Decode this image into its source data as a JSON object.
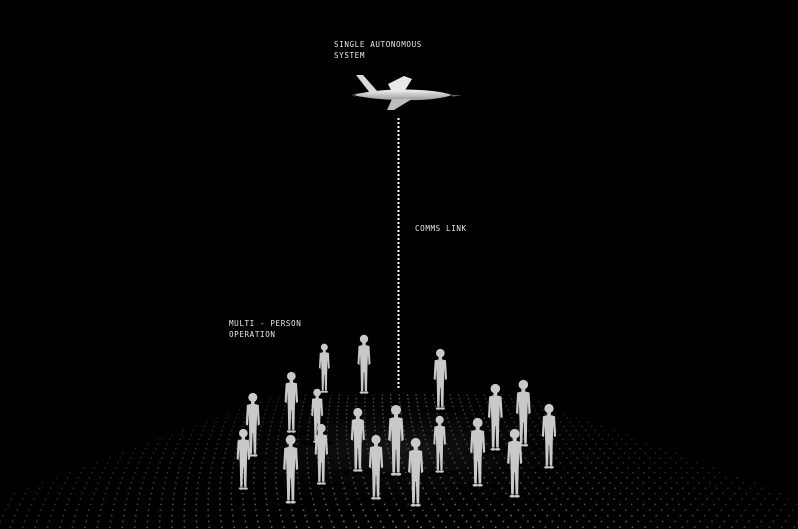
{
  "labels": {
    "autonomous_line1": "SINGLE AUTONOMOUS",
    "autonomous_line2": "SYSTEM",
    "comms": "COMMS LINK",
    "multi_line1": "MULTI - PERSON",
    "multi_line2": "OPERATION"
  },
  "colors": {
    "background": "#000000",
    "figure": "#c9c9c9",
    "text": "#e6e6e6",
    "grid_dot": "#8a8a8a"
  },
  "icons": {
    "aircraft": "drone-aircraft-icon",
    "person": "person-figure-icon"
  }
}
